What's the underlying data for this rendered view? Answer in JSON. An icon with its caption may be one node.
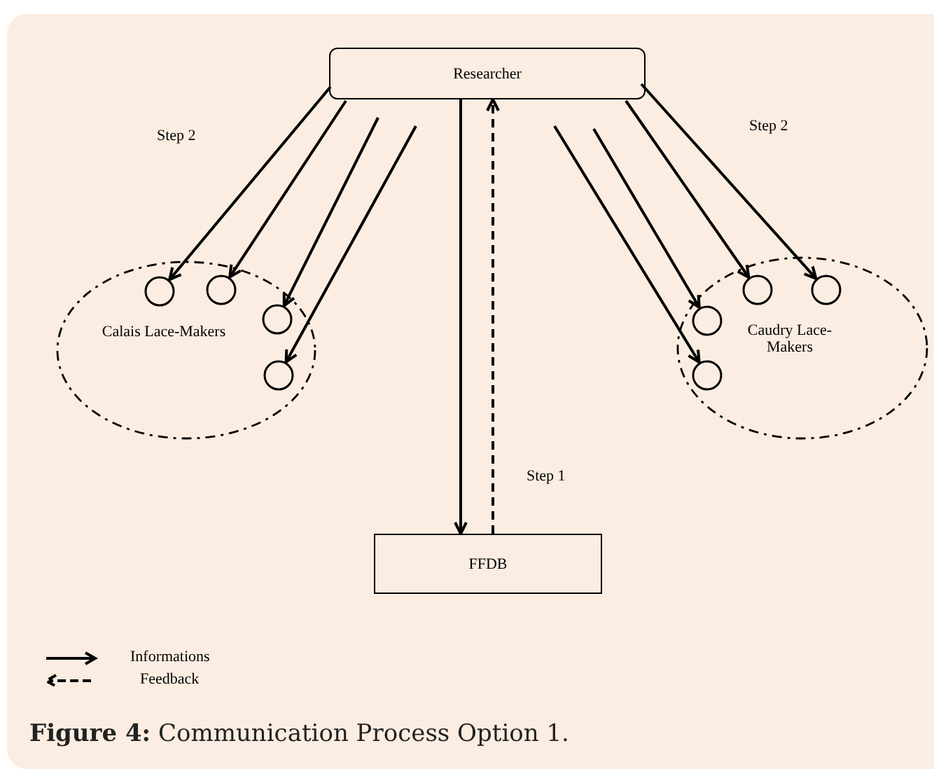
{
  "diagram": {
    "caption": "**Figure 4:** Communication Process Option 1.",
    "nodes": [
      {
        "text": [
          "Researcher"
        ]
      },
      {
        "text": [
          "Calais Lace-Makers"
        ]
      },
      {
        "text": [],
        "shape": "circle",
        "in": 1
      },
      {
        "text": [],
        "shape": "circle",
        "in": 1
      },
      {
        "text": [],
        "shape": "circle",
        "in": 1
      },
      {
        "text": [],
        "shape": "circle",
        "in": 1
      },
      {
        "text": [
          "Caudry Lace-Makers"
        ]
      },
      {
        "text": [],
        "shape": "circle",
        "in": 6
      },
      {
        "text": [],
        "shape": "circle",
        "in": 6
      },
      {
        "text": [],
        "shape": "circle",
        "in": 6
      },
      {
        "text": [],
        "shape": "circle",
        "in": 6
      },
      {
        "text": [
          "FFDB"
        ]
      }
    ],
    "edges": [
      {
        "from": 0,
        "to": 2,
        "arrow": "to"
      },
      {
        "from": 0,
        "to": 3,
        "arrow": "to"
      },
      {
        "from": 0,
        "to": 4,
        "arrow": "to"
      },
      {
        "from": 0,
        "to": 5,
        "arrow": "to"
      },
      {
        "from": 0,
        "to": 8,
        "arrow": "to"
      },
      {
        "from": 0,
        "to": 7,
        "arrow": "to"
      },
      {
        "from": 0,
        "to": 9,
        "arrow": "to"
      },
      {
        "from": 0,
        "to": 10,
        "arrow": "to"
      },
      {
        "from": 0,
        "to": 11,
        "arrow": "to"
      },
      {
        "from": 11,
        "to": 0,
        "arrow": "to",
        "style": "dashed"
      }
    ],
    "labels": [
      "Step 2",
      "Step 2",
      "Step 1"
    ],
    "legend": [
      {
        "text": "Informations"
      },
      {
        "text": "Feedback"
      }
    ]
  }
}
